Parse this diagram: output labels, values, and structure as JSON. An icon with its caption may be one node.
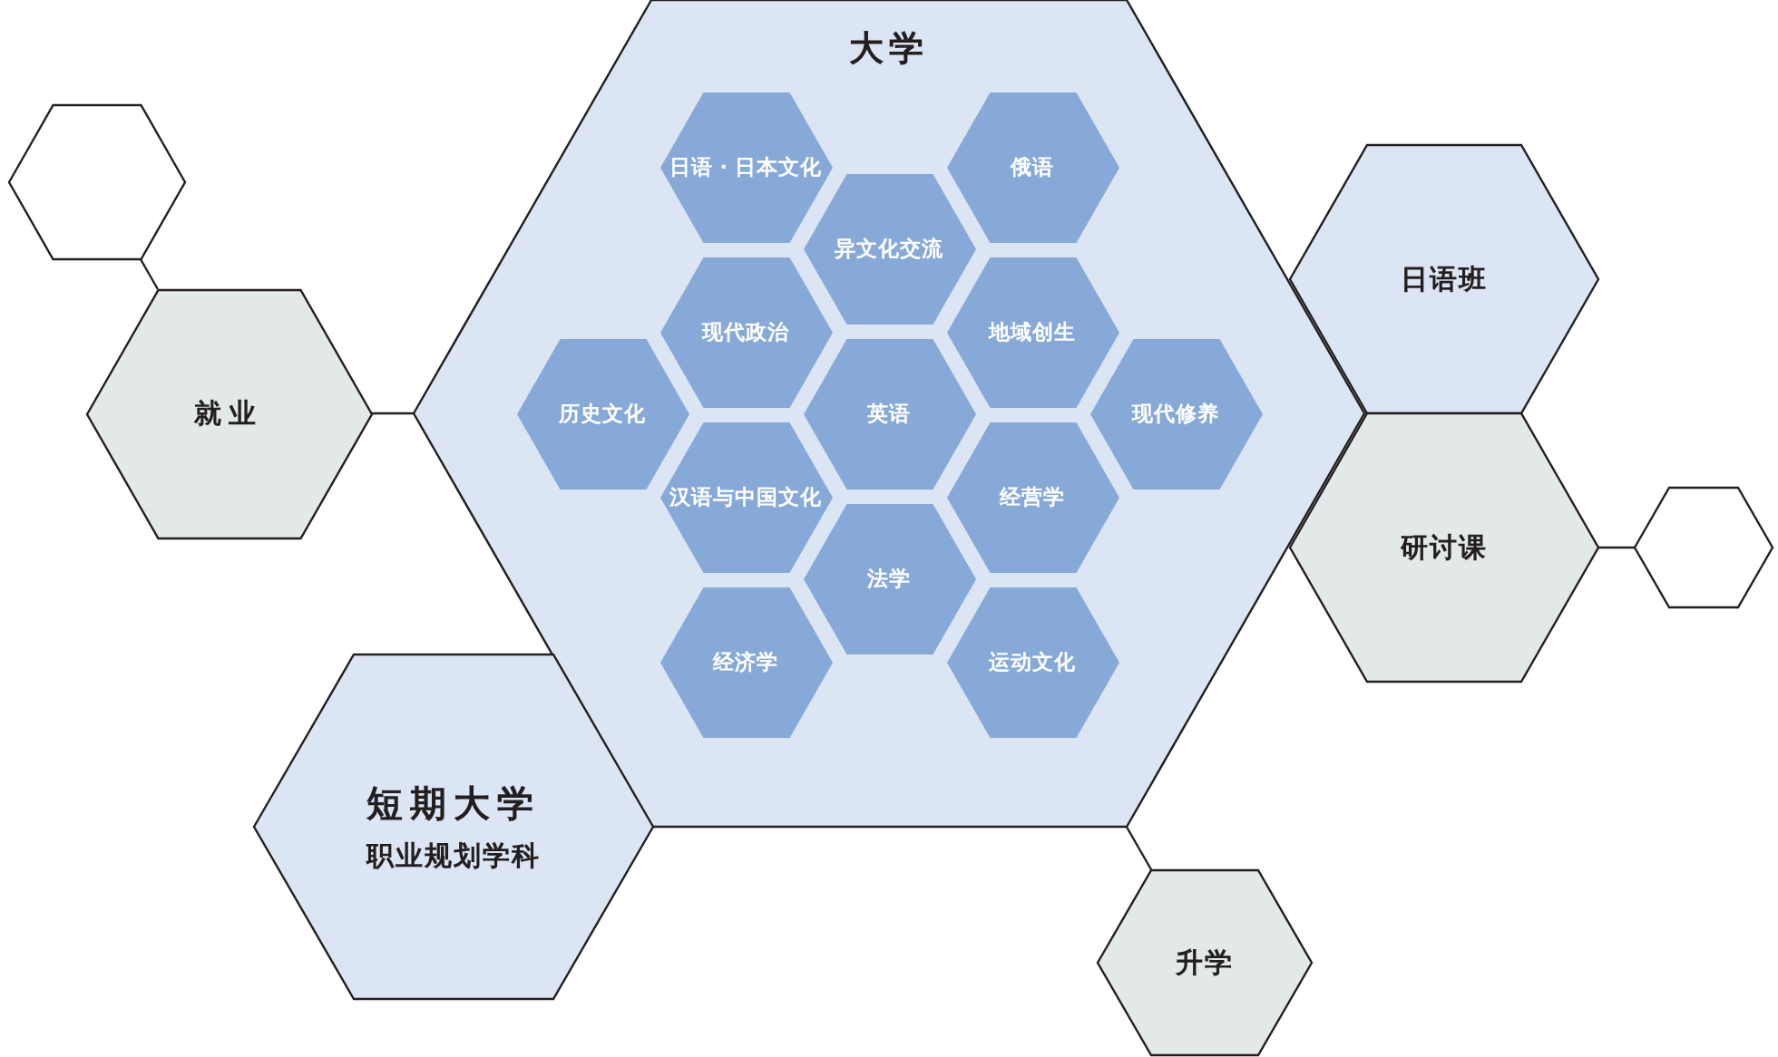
{
  "diagram": {
    "nodes": [
      {
        "text": [
          "大学"
        ]
      },
      {
        "text": [
          "日语・日本文化"
        ],
        "in": 0
      },
      {
        "text": [
          "俄语"
        ],
        "in": 0
      },
      {
        "text": [
          "异文化交流"
        ],
        "in": 0
      },
      {
        "text": [
          "现代政治"
        ],
        "in": 0
      },
      {
        "text": [
          "地域创生"
        ],
        "in": 0
      },
      {
        "text": [
          "历史文化"
        ],
        "in": 0
      },
      {
        "text": [
          "英语"
        ],
        "in": 0
      },
      {
        "text": [
          "现代修养"
        ],
        "in": 0
      },
      {
        "text": [
          "汉语与中国文化"
        ],
        "in": 0
      },
      {
        "text": [
          "经营学"
        ],
        "in": 0
      },
      {
        "text": [
          "法学"
        ],
        "in": 0
      },
      {
        "text": [
          "经济学"
        ],
        "in": 0
      },
      {
        "text": [
          "运动文化"
        ],
        "in": 0
      },
      {
        "text": [],
        "shape": "hexagon"
      },
      {
        "text": [
          "就业"
        ]
      },
      {
        "text": [
          "日语班"
        ]
      },
      {
        "text": [
          "研讨课"
        ]
      },
      {
        "text": [],
        "shape": "hexagon"
      },
      {
        "text": [
          "短期大学",
          "职业规划学科"
        ]
      },
      {
        "text": [
          "升学"
        ]
      }
    ],
    "edges": [
      {
        "from": 14,
        "to": 15,
        "arrow": "none"
      },
      {
        "from": 15,
        "to": 0,
        "arrow": "none"
      },
      {
        "from": 17,
        "to": 18,
        "arrow": "none"
      },
      {
        "from": 0,
        "to": 20,
        "arrow": "none"
      }
    ]
  }
}
